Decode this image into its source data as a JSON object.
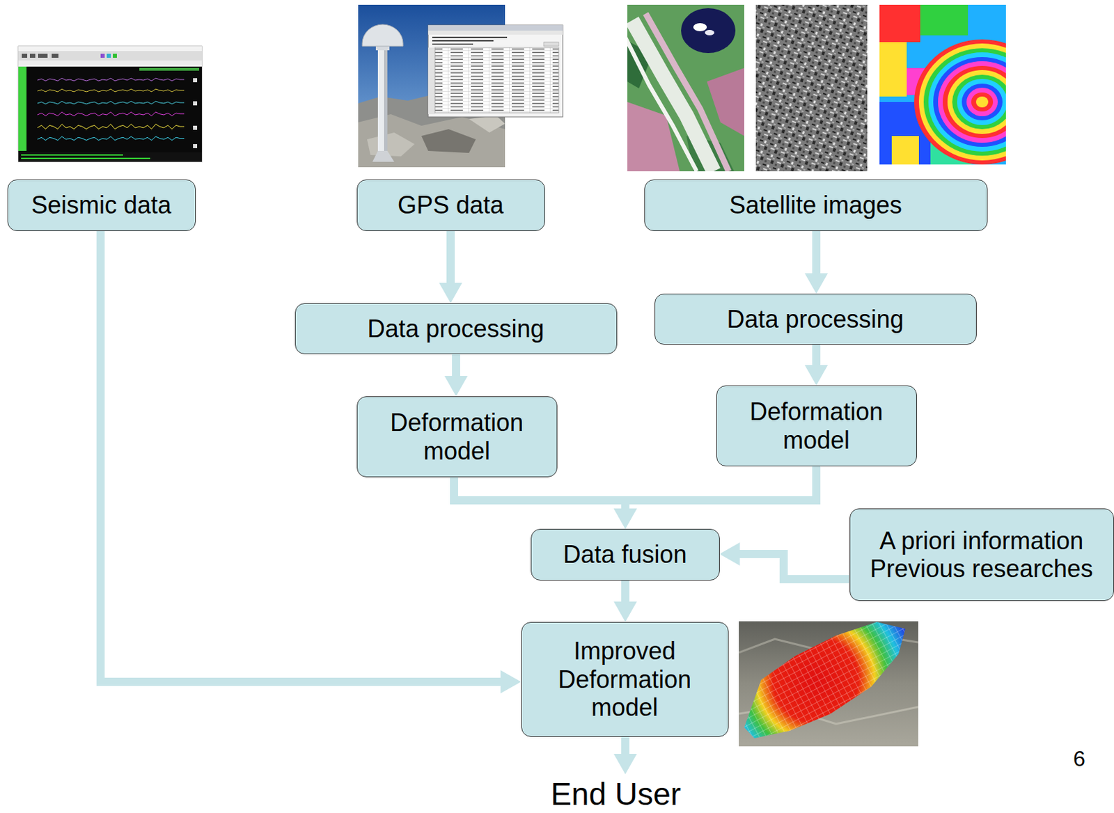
{
  "diagram": {
    "nodes": [
      {
        "text": [
          "Seismic data"
        ]
      },
      {
        "text": [
          "GPS data"
        ]
      },
      {
        "text": [
          "Satellite images"
        ]
      },
      {
        "text": [
          "Data processing"
        ]
      },
      {
        "text": [
          "Data processing"
        ]
      },
      {
        "text": [
          "Deformation model"
        ]
      },
      {
        "text": [
          "Deformation model"
        ]
      },
      {
        "text": [
          "Data fusion"
        ]
      },
      {
        "text": [
          "A priori information Previous researches"
        ]
      },
      {
        "text": [
          "Improved Deformation model"
        ]
      }
    ],
    "edges": [
      {
        "from": 0,
        "to": 9,
        "arrow": "to"
      },
      {
        "from": 1,
        "to": 3,
        "arrow": "to"
      },
      {
        "from": 3,
        "to": 5,
        "arrow": "to"
      },
      {
        "from": 2,
        "to": 4,
        "arrow": "to"
      },
      {
        "from": 4,
        "to": 6,
        "arrow": "to"
      },
      {
        "from": 5,
        "to": 7,
        "arrow": "to"
      },
      {
        "from": 6,
        "to": 7,
        "arrow": "to"
      },
      {
        "from": 8,
        "to": 7,
        "arrow": "to"
      },
      {
        "from": 7,
        "to": 9,
        "arrow": "to"
      }
    ],
    "labels": [
      "End User",
      "6"
    ]
  }
}
